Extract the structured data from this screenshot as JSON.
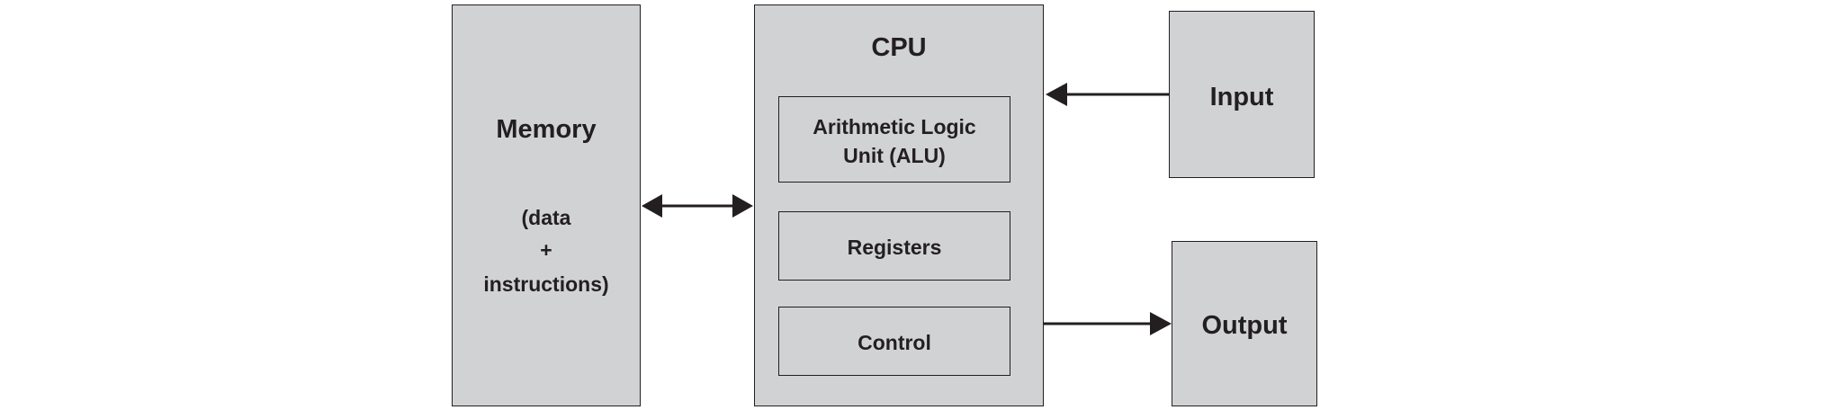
{
  "memory": {
    "title": "Memory",
    "lines": [
      "(data",
      "+",
      "instructions)"
    ]
  },
  "cpu": {
    "title": "CPU",
    "units": {
      "alu_lines": [
        "Arithmetic Logic",
        "Unit (ALU)"
      ],
      "registers": "Registers",
      "control": "Control"
    }
  },
  "input": {
    "label": "Input"
  },
  "output": {
    "label": "Output"
  },
  "colors": {
    "box_fill": "#d1d2d4",
    "stroke": "#231f20",
    "background": "#ffffff"
  },
  "connections": [
    {
      "from": "Memory",
      "to": "CPU",
      "direction": "bidirectional"
    },
    {
      "from": "Input",
      "to": "CPU",
      "direction": "one-way"
    },
    {
      "from": "CPU",
      "to": "Output",
      "direction": "one-way"
    }
  ]
}
